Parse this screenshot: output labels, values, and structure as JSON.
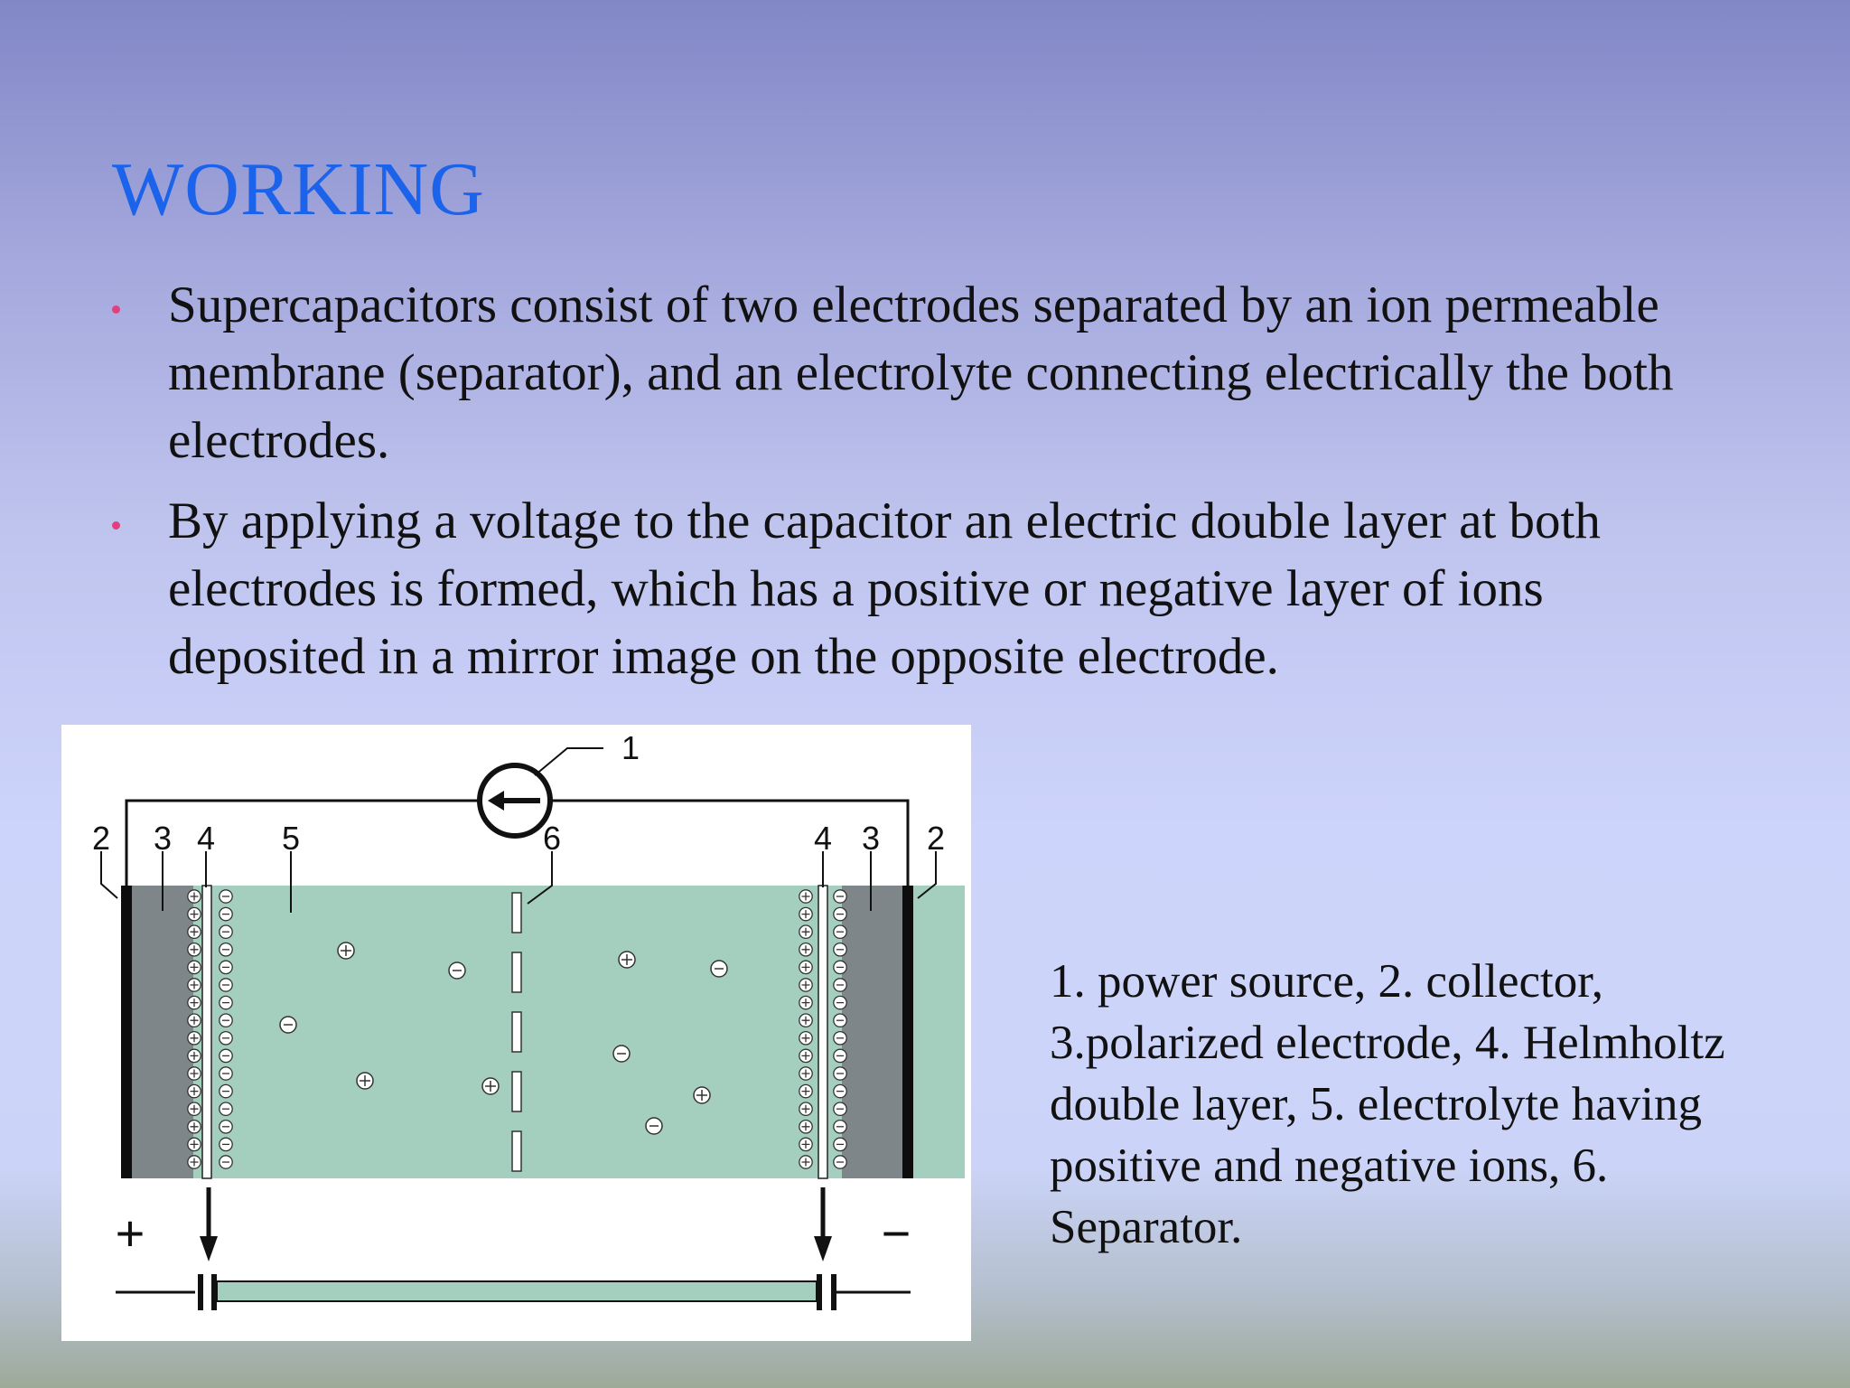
{
  "slide": {
    "title": "WORKING",
    "bullets": [
      "Supercapacitors consist of two electrodes separated by an ion permeable membrane (separator), and an electrolyte connecting electrically the both electrodes.",
      "By applying a voltage to the capacitor an electric double layer at both electrodes is formed, which has a positive or negative layer of ions deposited in a mirror image on the opposite electrode."
    ],
    "legend_text": "1. power source, 2. collector, 3.polarized electrode, 4. Helmholtz double layer, 5. electrolyte having positive and negative ions, 6. Separator."
  },
  "diagram": {
    "callouts": {
      "n1": "1",
      "left_2": "2",
      "left_3": "3",
      "left_4": "4",
      "n5": "5",
      "n6": "6",
      "right_4": "4",
      "right_3": "3",
      "right_2": "2"
    },
    "terminals": {
      "positive": "+",
      "negative": "−"
    },
    "colors": {
      "electrolyte": "#a4cfbf",
      "electrode": "#7f868a",
      "collector": "#0d0d0d"
    }
  }
}
